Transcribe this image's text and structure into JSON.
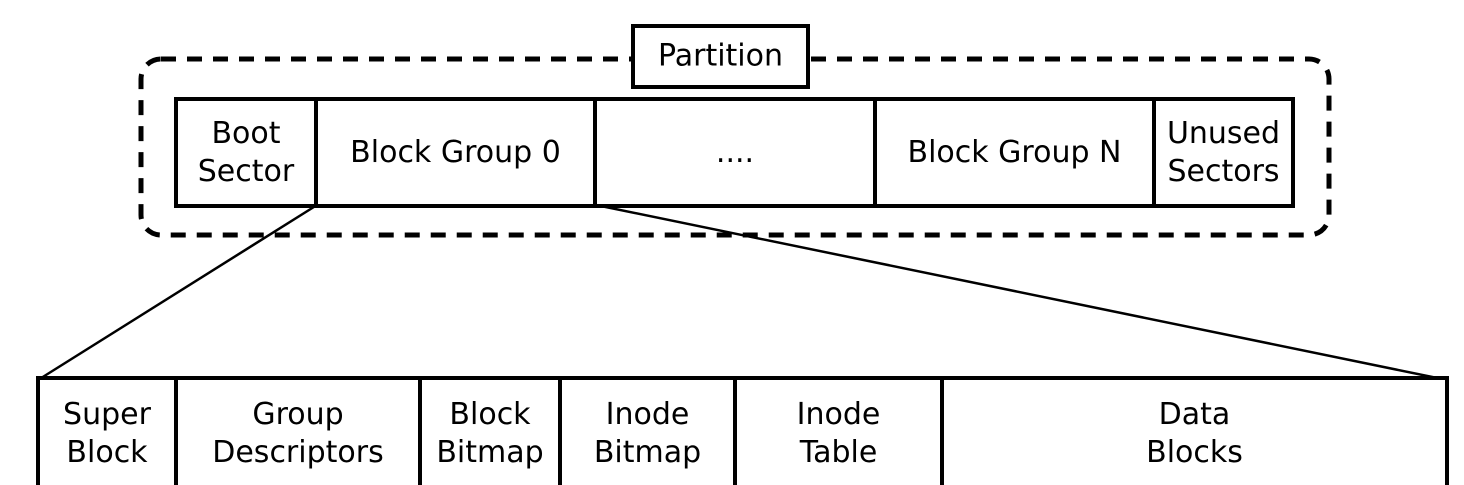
{
  "partition": {
    "label": "Partition",
    "cells": [
      {
        "id": "boot-sector",
        "lines": [
          "Boot",
          "Sector"
        ]
      },
      {
        "id": "block-group-0",
        "lines": [
          "Block Group 0"
        ]
      },
      {
        "id": "ellipsis",
        "lines": [
          "...."
        ]
      },
      {
        "id": "block-group-n",
        "lines": [
          "Block Group N"
        ]
      },
      {
        "id": "unused-sectors",
        "lines": [
          "Unused",
          "Sectors"
        ]
      }
    ]
  },
  "block_group": {
    "cells": [
      {
        "id": "super-block",
        "lines": [
          "Super",
          "Block"
        ]
      },
      {
        "id": "group-descriptors",
        "lines": [
          "Group",
          "Descriptors"
        ]
      },
      {
        "id": "block-bitmap",
        "lines": [
          "Block",
          "Bitmap"
        ]
      },
      {
        "id": "inode-bitmap",
        "lines": [
          "Inode",
          "Bitmap"
        ]
      },
      {
        "id": "inode-table",
        "lines": [
          "Inode",
          "Table"
        ]
      },
      {
        "id": "data-blocks",
        "lines": [
          "Data",
          "Blocks"
        ]
      }
    ]
  },
  "colors": {
    "stroke": "#000000",
    "background": "#ffffff"
  }
}
